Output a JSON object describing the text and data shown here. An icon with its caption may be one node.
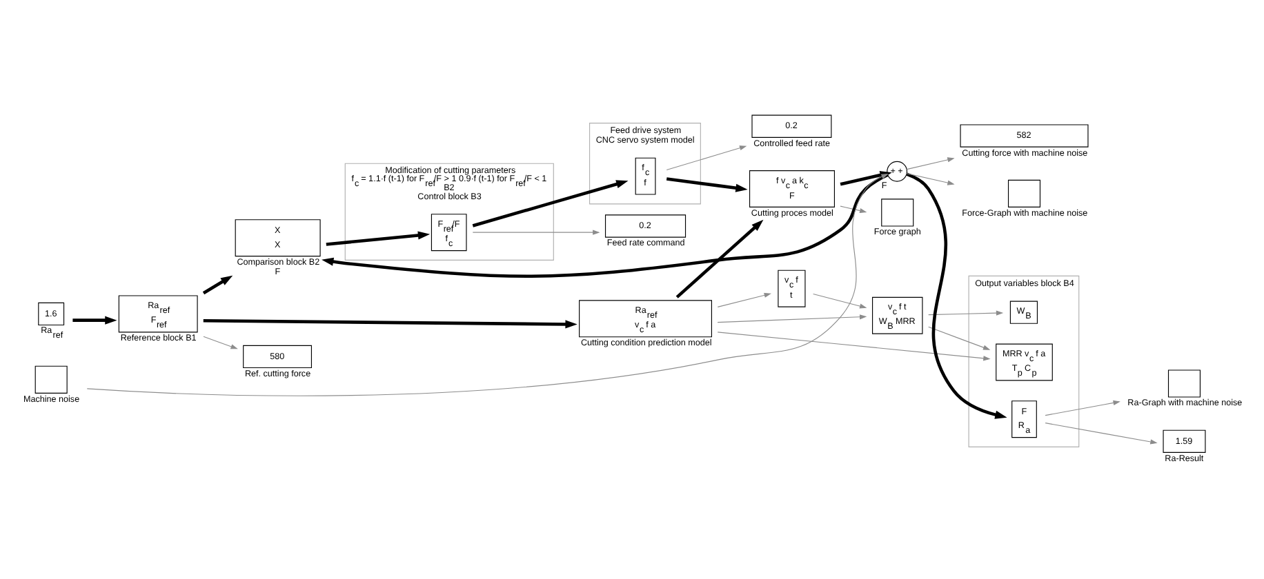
{
  "diagram": {
    "nodes": [
      {
        "text": [
          "1.6"
        ],
        "beside": [
          "Ra$_{ref}$"
        ]
      },
      {
        "text": [
          "Ra$_{ref}$",
          "F$_{ref}$"
        ],
        "beside": [
          "Reference block B1"
        ]
      },
      {
        "text": [
          "X",
          "X"
        ],
        "beside": [
          "Comparison block B2",
          "F"
        ]
      },
      {
        "text": [
          "Modification of cutting parameters",
          "f$_{c}$ = 1.1·f (t-1) for F$_{ref}$/F > 1 0.9·f (t-1) for F$_{ref}$/F < 1",
          "B2",
          "Control block B3"
        ]
      },
      {
        "text": [
          "F$_{ref}$/F",
          "f$_{c}$"
        ],
        "in": 3
      },
      {
        "text": [
          "Feed drive system",
          "CNC servo system model"
        ]
      },
      {
        "text": [
          "f$_{c}$",
          "f"
        ],
        "in": 5
      },
      {
        "text": [
          "Ra$_{ref}$",
          "v$_{c}$ f a"
        ],
        "beside": [
          "Cutting condition prediction model"
        ]
      },
      {
        "text": [
          "v$_{c}$ f",
          "t"
        ]
      },
      {
        "text": [
          "v$_{c}$ f t",
          "W$_{B}$ MRR"
        ]
      },
      {
        "text": [
          "Output variables block B4"
        ]
      },
      {
        "text": [
          "W$_{B}$"
        ],
        "in": 10
      },
      {
        "text": [
          "MRR v$_{c}$ f a",
          "T$_{p}$ C$_{p}$"
        ],
        "in": 10
      },
      {
        "text": [
          "F",
          "R$_{a}$"
        ],
        "in": 10
      },
      {
        "text": [
          "f v$_{c}$ a k$_{c}$",
          "F"
        ],
        "beside": [
          "Cutting proces model"
        ]
      },
      {
        "text": [
          "+ +"
        ],
        "beside": [
          "F"
        ]
      },
      {
        "text": [],
        "shape": "box",
        "beside": [
          "Machine noise"
        ]
      },
      {
        "text": [
          "580"
        ],
        "beside": [
          "Ref. cutting force"
        ]
      },
      {
        "text": [
          "0.2"
        ],
        "beside": [
          "Feed rate command"
        ]
      },
      {
        "text": [
          "0.2"
        ],
        "beside": [
          "Controlled feed rate"
        ]
      },
      {
        "text": [],
        "shape": "box",
        "beside": [
          "Force graph"
        ]
      },
      {
        "text": [],
        "shape": "box",
        "beside": [
          "Ra-Graph with machine noise"
        ]
      },
      {
        "text": [
          "1.59"
        ],
        "beside": [
          "Ra-Result"
        ]
      },
      {
        "text": [
          "582"
        ],
        "beside": [
          "Cutting force with machine noise"
        ]
      },
      {
        "text": [],
        "shape": "box",
        "beside": [
          "Force-Graph with machine noise"
        ]
      }
    ],
    "edges": [
      {
        "from": 0,
        "to": 1,
        "arrow": "to",
        "style": "thick",
        "color": "#000000"
      },
      {
        "from": 1,
        "to": 2,
        "arrow": "to",
        "style": "thick",
        "color": "#000000"
      },
      {
        "from": 1,
        "to": 7,
        "arrow": "to",
        "style": "thick",
        "color": "#000000"
      },
      {
        "from": 1,
        "to": 17,
        "arrow": "to",
        "color": "#8c8c8c"
      },
      {
        "from": 2,
        "to": 4,
        "arrow": "to",
        "style": "thick",
        "color": "#000000"
      },
      {
        "from": 4,
        "to": 6,
        "arrow": "to",
        "style": "thick",
        "color": "#000000"
      },
      {
        "from": 4,
        "to": 18,
        "arrow": "to",
        "color": "#8c8c8c"
      },
      {
        "from": 6,
        "to": 14,
        "arrow": "to",
        "style": "thick",
        "color": "#000000"
      },
      {
        "from": 6,
        "to": 19,
        "arrow": "to",
        "color": "#8c8c8c"
      },
      {
        "from": 7,
        "to": 9,
        "arrow": "to",
        "color": "#8c8c8c"
      },
      {
        "from": 7,
        "to": 8,
        "arrow": "to",
        "color": "#8c8c8c"
      },
      {
        "from": 7,
        "to": 12,
        "arrow": "to",
        "color": "#8c8c8c"
      },
      {
        "from": 7,
        "to": 14,
        "arrow": "to",
        "style": "thick",
        "color": "#000000"
      },
      {
        "from": 8,
        "to": 9,
        "arrow": "to",
        "color": "#8c8c8c"
      },
      {
        "from": 9,
        "to": 11,
        "arrow": "to",
        "color": "#8c8c8c"
      },
      {
        "from": 9,
        "to": 12,
        "arrow": "to",
        "color": "#8c8c8c"
      },
      {
        "from": 14,
        "to": 15,
        "arrow": "to",
        "style": "thick",
        "color": "#000000"
      },
      {
        "from": 14,
        "to": 20,
        "arrow": "to",
        "color": "#8c8c8c"
      },
      {
        "from": 16,
        "to": 15,
        "arrow": "to",
        "color": "#8c8c8c"
      },
      {
        "from": 15,
        "to": 13,
        "arrow": "to",
        "style": "thick",
        "color": "#000000"
      },
      {
        "from": 15,
        "to": 2,
        "arrow": "to",
        "style": "thick",
        "color": "#000000"
      },
      {
        "from": 15,
        "to": 23,
        "arrow": "to",
        "color": "#8c8c8c"
      },
      {
        "from": 15,
        "to": 24,
        "arrow": "to",
        "color": "#8c8c8c"
      },
      {
        "from": 13,
        "to": 21,
        "arrow": "to",
        "color": "#8c8c8c"
      },
      {
        "from": 13,
        "to": 22,
        "arrow": "to",
        "color": "#8c8c8c"
      }
    ]
  }
}
